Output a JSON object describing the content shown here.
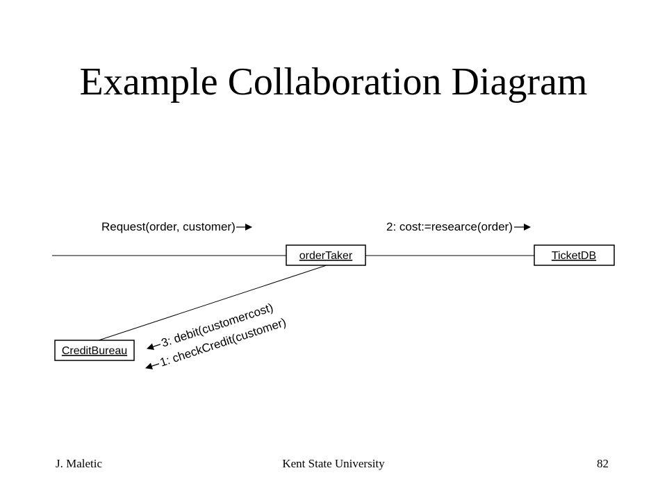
{
  "slide": {
    "title": "Example Collaboration Diagram",
    "footer": {
      "author": "J. Maletic",
      "institution": "Kent State University",
      "page_number": "82"
    }
  },
  "diagram": {
    "objects": {
      "order_taker": "orderTaker",
      "ticket_db": "TicketDB",
      "credit_bureau": "CreditBureau"
    },
    "messages": {
      "request": "Request(order, customer)",
      "cost": "2: cost:=researce(order)",
      "debit": "3: debit(customercost)",
      "check_credit": "1: checkCredit(customer)"
    }
  }
}
